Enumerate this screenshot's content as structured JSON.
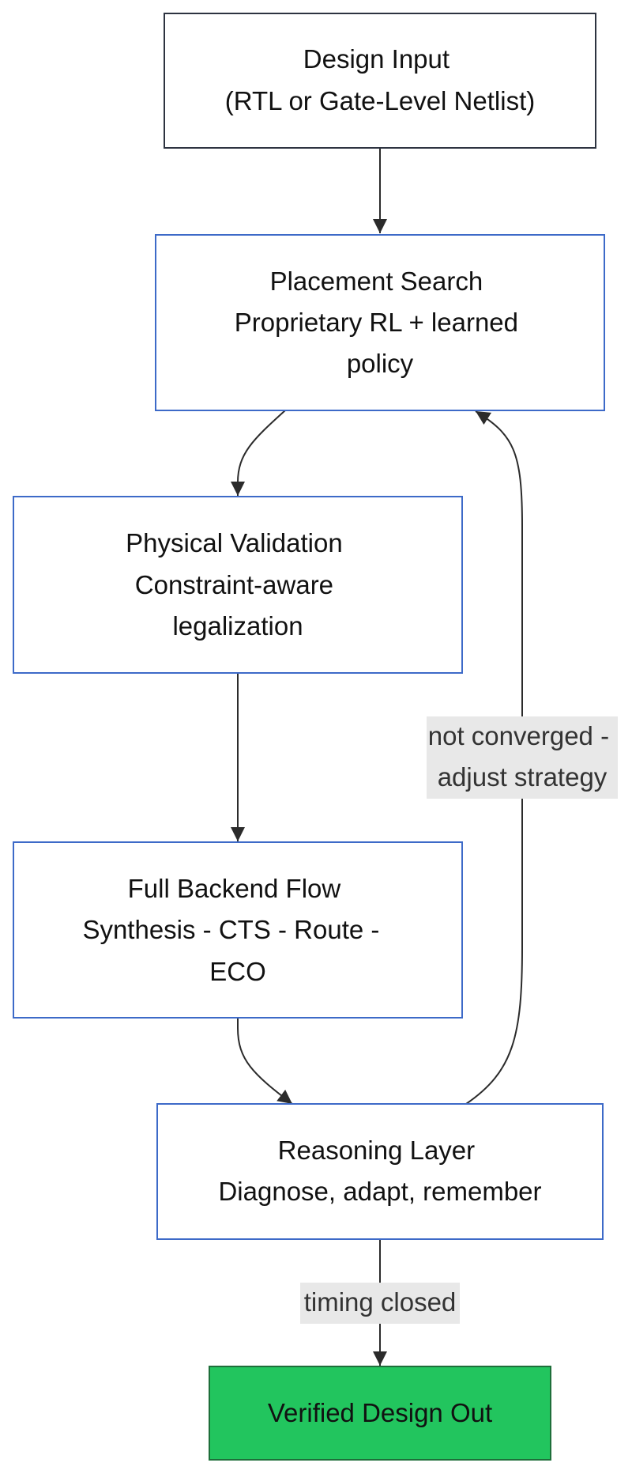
{
  "diagram": {
    "nodes": {
      "design_input": {
        "lines": [
          "Design Input",
          "(RTL or Gate-Level Netlist)"
        ],
        "stroke": "#2d3340",
        "fill": "#ffffff"
      },
      "placement_search": {
        "lines": [
          "Placement Search",
          "Proprietary RL + learned",
          "policy"
        ],
        "stroke": "#3d6ac8",
        "fill": "#ffffff"
      },
      "physical_validation": {
        "lines": [
          "Physical Validation",
          "Constraint-aware",
          "legalization"
        ],
        "stroke": "#3d6ac8",
        "fill": "#ffffff"
      },
      "full_backend_flow": {
        "lines": [
          "Full Backend Flow",
          "Synthesis - CTS - Route -",
          "ECO"
        ],
        "stroke": "#3d6ac8",
        "fill": "#ffffff"
      },
      "reasoning_layer": {
        "lines": [
          "Reasoning Layer",
          "Diagnose, adapt, remember"
        ],
        "stroke": "#3d6ac8",
        "fill": "#ffffff"
      },
      "verified_design_out": {
        "lines": [
          "Verified Design Out"
        ],
        "stroke": "#1e6e3a",
        "fill": "#22c55e"
      }
    },
    "edge_labels": {
      "not_converged": {
        "lines": [
          "not converged -",
          "adjust strategy"
        ],
        "background": "#e8e8e8"
      },
      "timing_closed": {
        "lines": [
          "timing closed"
        ],
        "background": "#e8e8e8"
      }
    },
    "edge_color": "#2b2b2b"
  }
}
